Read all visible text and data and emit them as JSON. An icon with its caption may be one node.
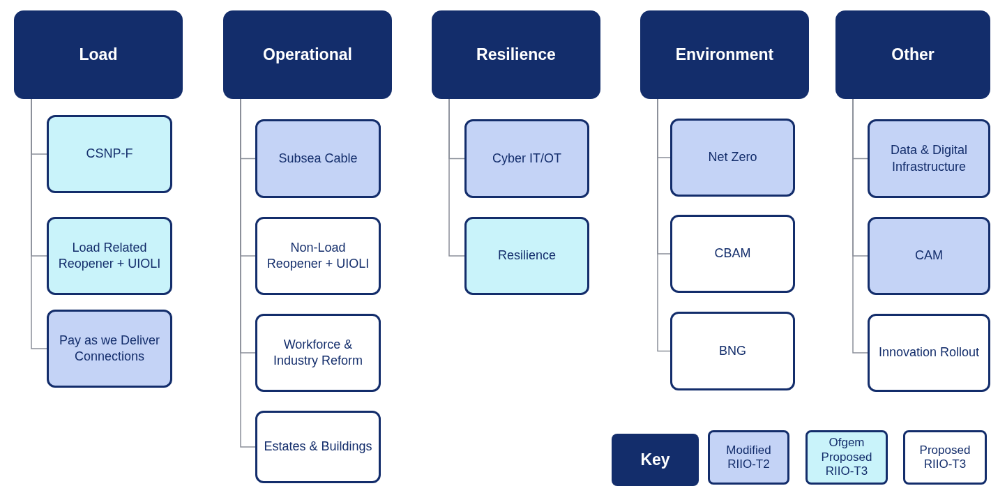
{
  "diagram": {
    "nodes": [
      {
        "text": [
          "Load"
        ]
      },
      {
        "text": [
          "CSNP-F"
        ]
      },
      {
        "text": [
          "Load Related Reopener + UIOLI"
        ]
      },
      {
        "text": [
          "Pay as we Deliver Connections"
        ]
      },
      {
        "text": [
          "Operational"
        ]
      },
      {
        "text": [
          "Subsea Cable"
        ]
      },
      {
        "text": [
          "Non-Load Reopener + UIOLI"
        ]
      },
      {
        "text": [
          "Workforce & Industry Reform"
        ]
      },
      {
        "text": [
          "Estates & Buildings"
        ]
      },
      {
        "text": [
          "Resilience"
        ]
      },
      {
        "text": [
          "Cyber IT/OT"
        ]
      },
      {
        "text": [
          "Resilience"
        ]
      },
      {
        "text": [
          "Environment"
        ]
      },
      {
        "text": [
          "Net Zero"
        ]
      },
      {
        "text": [
          "CBAM"
        ]
      },
      {
        "text": [
          "BNG"
        ]
      },
      {
        "text": [
          "Other"
        ]
      },
      {
        "text": [
          "Data & Digital Infrastructure"
        ]
      },
      {
        "text": [
          "CAM"
        ]
      },
      {
        "text": [
          "Innovation Rollout"
        ]
      }
    ],
    "edges": [
      {
        "from": 0,
        "to": 1,
        "arrow": "none"
      },
      {
        "from": 0,
        "to": 2,
        "arrow": "none"
      },
      {
        "from": 0,
        "to": 3,
        "arrow": "none"
      },
      {
        "from": 4,
        "to": 5,
        "arrow": "none"
      },
      {
        "from": 4,
        "to": 6,
        "arrow": "none"
      },
      {
        "from": 4,
        "to": 7,
        "arrow": "none"
      },
      {
        "from": 4,
        "to": 8,
        "arrow": "none"
      },
      {
        "from": 9,
        "to": 10,
        "arrow": "none"
      },
      {
        "from": 9,
        "to": 11,
        "arrow": "none"
      },
      {
        "from": 12,
        "to": 13,
        "arrow": "none"
      },
      {
        "from": 12,
        "to": 14,
        "arrow": "none"
      },
      {
        "from": 12,
        "to": 15,
        "arrow": "none"
      },
      {
        "from": 16,
        "to": 17,
        "arrow": "none"
      },
      {
        "from": 16,
        "to": 18,
        "arrow": "none"
      },
      {
        "from": 16,
        "to": 19,
        "arrow": "none"
      }
    ],
    "labels": [
      "Key"
    ],
    "legend": [
      {
        "text": "Modified RIIO-T2",
        "color": "#c4d3f6"
      },
      {
        "text": "Ofgem Proposed RIIO-T3",
        "color": "#c9f3fa"
      },
      {
        "text": "Proposed RIIO-T3",
        "color": "#ffffff"
      }
    ]
  }
}
